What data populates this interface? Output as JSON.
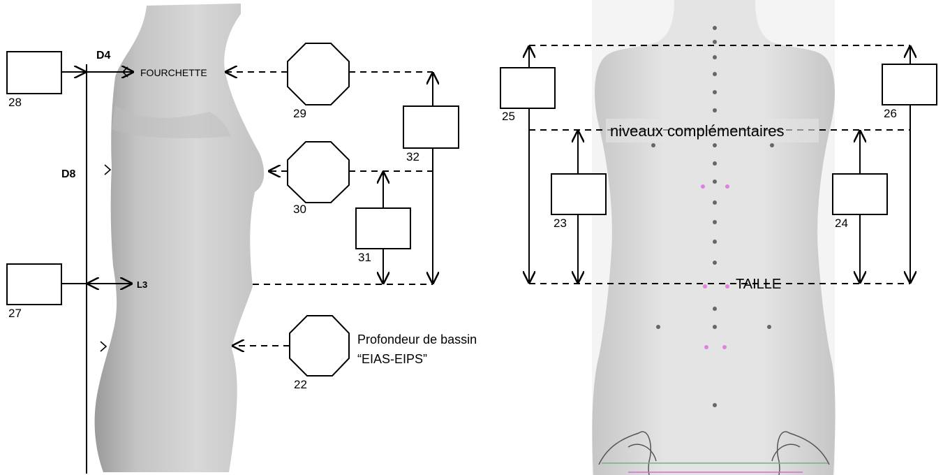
{
  "left_figure": {
    "vertebra_labels": {
      "d4": "D4",
      "d8": "D8",
      "l3": "L3"
    },
    "landmark_labels": {
      "fourchette": "FOURCHETTE"
    },
    "pelvis_caption": {
      "line1": "Profondeur de bassin",
      "line2": "“EIAS-EIPS”"
    },
    "box_numbers": {
      "b28": "28",
      "b27": "27",
      "b32": "32",
      "b31": "31"
    },
    "octagon_numbers": {
      "o29": "29",
      "o30": "30",
      "o22": "22"
    }
  },
  "right_figure": {
    "level_labels": {
      "complementary": "niveaux complémentaires",
      "waist": "TAILLE"
    },
    "box_numbers": {
      "b25": "25",
      "b26": "26",
      "b23": "23",
      "b24": "24"
    },
    "colors": {
      "landmark_grey": "#666666",
      "landmark_pink": "#e080e0",
      "pelvis_arc_green": "#7ab07a",
      "pelvis_arc_pink": "#d070d0"
    }
  }
}
